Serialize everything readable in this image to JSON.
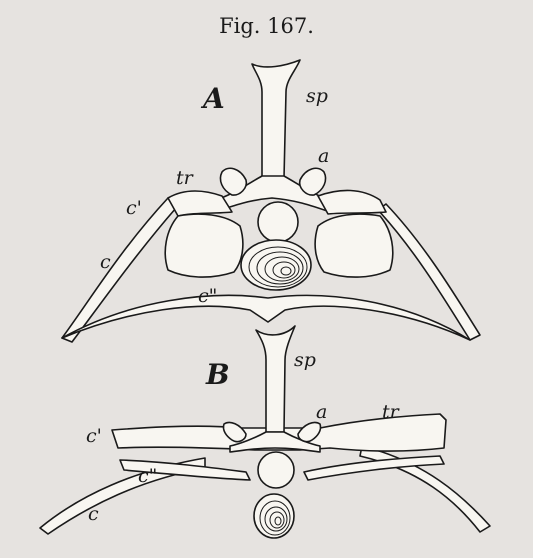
{
  "figure": {
    "title": "Fig. 167.",
    "panel_a": {
      "panel_label": "A",
      "labels": {
        "sp": "sp",
        "a": "a",
        "tr": "tr",
        "c_prime": "c'",
        "c": "c",
        "c_double_prime": "c\""
      }
    },
    "panel_b": {
      "panel_label": "B",
      "labels": {
        "sp": "sp",
        "a": "a",
        "tr": "tr",
        "c_prime": "c'",
        "c": "c",
        "c_double_prime": "c\""
      }
    }
  }
}
